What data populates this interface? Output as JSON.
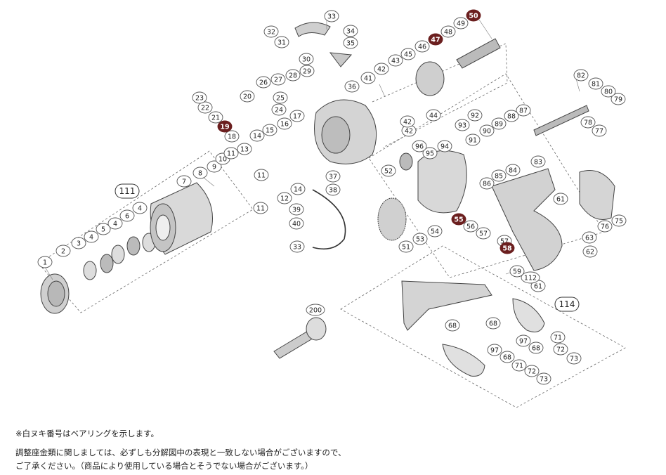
{
  "diagram": {
    "group_labels": [
      "111",
      "114"
    ],
    "callouts": [
      {
        "label": "1",
        "filled": false
      },
      {
        "label": "2",
        "filled": false
      },
      {
        "label": "3",
        "filled": false
      },
      {
        "label": "4",
        "filled": false
      },
      {
        "label": "5",
        "filled": false
      },
      {
        "label": "4",
        "filled": false
      },
      {
        "label": "6",
        "filled": false
      },
      {
        "label": "4",
        "filled": false
      },
      {
        "label": "7",
        "filled": false
      },
      {
        "label": "8",
        "filled": false
      },
      {
        "label": "9",
        "filled": false
      },
      {
        "label": "10",
        "filled": false
      },
      {
        "label": "11",
        "filled": false
      },
      {
        "label": "11",
        "filled": false
      },
      {
        "label": "11",
        "filled": false
      },
      {
        "label": "12",
        "filled": false
      },
      {
        "label": "13",
        "filled": false
      },
      {
        "label": "14",
        "filled": false
      },
      {
        "label": "14",
        "filled": false
      },
      {
        "label": "15",
        "filled": false
      },
      {
        "label": "16",
        "filled": false
      },
      {
        "label": "17",
        "filled": false
      },
      {
        "label": "18",
        "filled": false
      },
      {
        "label": "19",
        "filled": true
      },
      {
        "label": "20",
        "filled": false
      },
      {
        "label": "21",
        "filled": false
      },
      {
        "label": "22",
        "filled": false
      },
      {
        "label": "23",
        "filled": false
      },
      {
        "label": "24",
        "filled": false
      },
      {
        "label": "25",
        "filled": false
      },
      {
        "label": "26",
        "filled": false
      },
      {
        "label": "27",
        "filled": false
      },
      {
        "label": "28",
        "filled": false
      },
      {
        "label": "29",
        "filled": false
      },
      {
        "label": "30",
        "filled": false
      },
      {
        "label": "31",
        "filled": false
      },
      {
        "label": "32",
        "filled": false
      },
      {
        "label": "33",
        "filled": false
      },
      {
        "label": "33",
        "filled": false
      },
      {
        "label": "34",
        "filled": false
      },
      {
        "label": "35",
        "filled": false
      },
      {
        "label": "36",
        "filled": false
      },
      {
        "label": "37",
        "filled": false
      },
      {
        "label": "38",
        "filled": false
      },
      {
        "label": "39",
        "filled": false
      },
      {
        "label": "40",
        "filled": false
      },
      {
        "label": "41",
        "filled": false
      },
      {
        "label": "42",
        "filled": false
      },
      {
        "label": "42",
        "filled": false
      },
      {
        "label": "42",
        "filled": false
      },
      {
        "label": "43",
        "filled": false
      },
      {
        "label": "44",
        "filled": false
      },
      {
        "label": "45",
        "filled": false
      },
      {
        "label": "46",
        "filled": false
      },
      {
        "label": "47",
        "filled": true
      },
      {
        "label": "48",
        "filled": false
      },
      {
        "label": "49",
        "filled": false
      },
      {
        "label": "50",
        "filled": true
      },
      {
        "label": "51",
        "filled": false
      },
      {
        "label": "52",
        "filled": false
      },
      {
        "label": "53",
        "filled": false
      },
      {
        "label": "54",
        "filled": false
      },
      {
        "label": "55",
        "filled": true
      },
      {
        "label": "56",
        "filled": false
      },
      {
        "label": "57",
        "filled": false
      },
      {
        "label": "57",
        "filled": false
      },
      {
        "label": "58",
        "filled": true
      },
      {
        "label": "59",
        "filled": false
      },
      {
        "label": "61",
        "filled": false
      },
      {
        "label": "61",
        "filled": false
      },
      {
        "label": "62",
        "filled": false
      },
      {
        "label": "63",
        "filled": false
      },
      {
        "label": "68",
        "filled": false
      },
      {
        "label": "68",
        "filled": false
      },
      {
        "label": "68",
        "filled": false
      },
      {
        "label": "68",
        "filled": false
      },
      {
        "label": "71",
        "filled": false
      },
      {
        "label": "71",
        "filled": false
      },
      {
        "label": "72",
        "filled": false
      },
      {
        "label": "72",
        "filled": false
      },
      {
        "label": "73",
        "filled": false
      },
      {
        "label": "73",
        "filled": false
      },
      {
        "label": "75",
        "filled": false
      },
      {
        "label": "76",
        "filled": false
      },
      {
        "label": "77",
        "filled": false
      },
      {
        "label": "78",
        "filled": false
      },
      {
        "label": "79",
        "filled": false
      },
      {
        "label": "80",
        "filled": false
      },
      {
        "label": "81",
        "filled": false
      },
      {
        "label": "82",
        "filled": false
      },
      {
        "label": "83",
        "filled": false
      },
      {
        "label": "84",
        "filled": false
      },
      {
        "label": "85",
        "filled": false
      },
      {
        "label": "86",
        "filled": false
      },
      {
        "label": "87",
        "filled": false
      },
      {
        "label": "88",
        "filled": false
      },
      {
        "label": "89",
        "filled": false
      },
      {
        "label": "90",
        "filled": false
      },
      {
        "label": "91",
        "filled": false
      },
      {
        "label": "92",
        "filled": false
      },
      {
        "label": "93",
        "filled": false
      },
      {
        "label": "94",
        "filled": false
      },
      {
        "label": "95",
        "filled": false
      },
      {
        "label": "96",
        "filled": false
      },
      {
        "label": "97",
        "filled": false
      },
      {
        "label": "97",
        "filled": false
      },
      {
        "label": "112",
        "filled": false
      },
      {
        "label": "200",
        "filled": false
      }
    ],
    "colors": {
      "line": "#555555",
      "filled_callout": "#6b1f1f",
      "callout_text": "#222222"
    }
  },
  "notes": {
    "line1": "※白ヌキ番号はベアリングを示します。",
    "line2": "調整座金類に関しましては、必ずしも分解図中の表現と一致しない場合がございますので、",
    "line3": "ご了承ください。（商品により使用している場合とそうでない場合がございます。）"
  }
}
